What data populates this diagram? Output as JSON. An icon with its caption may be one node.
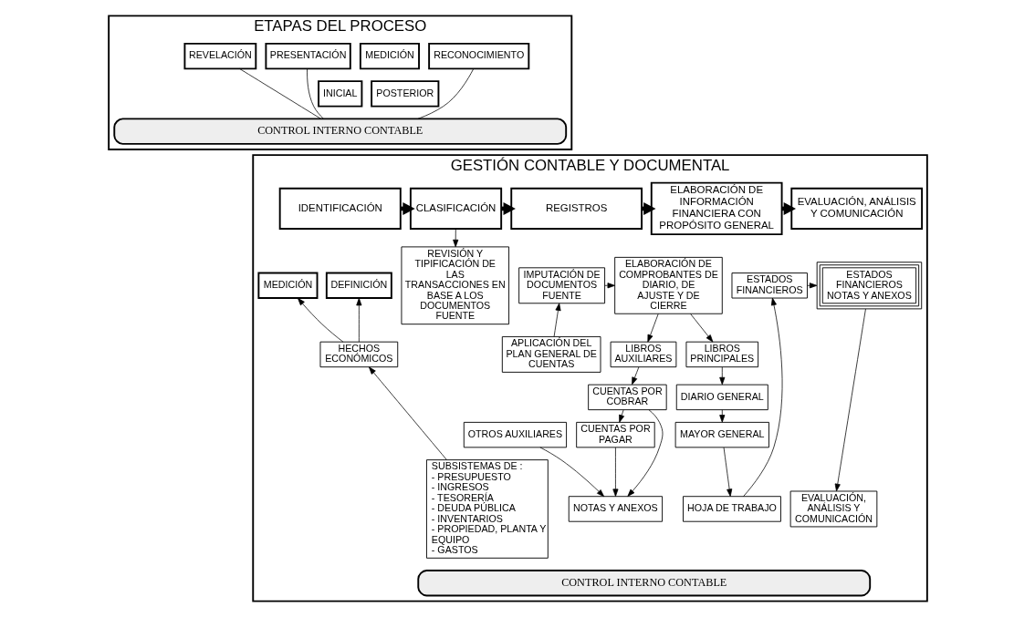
{
  "diagram": {
    "nodes": [
      {
        "text": [
          "ETAPAS DEL PROCESO"
        ]
      },
      {
        "text": [
          "RECONOCIMIENTO"
        ],
        "in": 0
      },
      {
        "text": [
          "MEDICIÓN"
        ],
        "in": 0
      },
      {
        "text": [
          "INICIAL"
        ],
        "in": 0
      },
      {
        "text": [
          "POSTERIOR"
        ],
        "in": 0
      },
      {
        "text": [
          "PRESENTACIÓN"
        ],
        "in": 0
      },
      {
        "text": [
          "REVELACIÓN"
        ],
        "in": 0
      },
      {
        "text": [
          "CONTROL INTERNO CONTABLE"
        ],
        "in": 0
      },
      {
        "text": [
          "GESTIÓN CONTABLE Y DOCUMENTAL"
        ]
      },
      {
        "text": [
          "IDENTIFICACIÓN"
        ],
        "in": 8
      },
      {
        "text": [
          "CLASIFICACIÓN"
        ],
        "in": 8
      },
      {
        "text": [
          "REGISTROS"
        ],
        "in": 8
      },
      {
        "text": [
          "ELABORACIÓN DE INFORMACIÓN FINANCIERA CON PROPÓSITO GENERAL"
        ],
        "in": 8
      },
      {
        "text": [
          "EVALUACIÓN, ANÁLISIS Y COMUNICACIÓN"
        ],
        "in": 8
      },
      {
        "text": [
          "DEFINICIÓN"
        ],
        "in": 8
      },
      {
        "text": [
          "MEDICIÓN"
        ],
        "in": 8
      },
      {
        "text": [
          "HECHOS ECONÓMICOS"
        ],
        "in": 8
      },
      {
        "text": [
          "SUBSISTEMAS DE :",
          "- PRESUPUESTO",
          "- INGRESOS",
          "- TESORERÍA",
          "- DEUDA PÚBLICA",
          "- INVENTARIOS",
          "- PROPIEDAD, PLANTA Y EQUIPO",
          "- GASTOS"
        ],
        "in": 8
      },
      {
        "text": [
          "REVISIÓN Y TIPIFICACIÓN DE LAS TRANSACCIONES EN BASE A LOS DOCUMENTOS FUENTE"
        ],
        "in": 8
      },
      {
        "text": [
          "IMPUTACIÓN DE DOCUMENTOS FUENTE"
        ],
        "in": 8
      },
      {
        "text": [
          "ELABORACIÓN DE COMPROBANTES DE DIARIO, DE AJUSTE Y DE CIERRE"
        ],
        "in": 8
      },
      {
        "text": [
          "APLICACIÓN DEL PLAN GENERAL DE CUENTAS"
        ],
        "in": 8
      },
      {
        "text": [
          "LIBROS AUXILIARES"
        ],
        "in": 8
      },
      {
        "text": [
          "LIBROS PRINCIPALES"
        ],
        "in": 8
      },
      {
        "text": [
          "CUENTAS POR COBRAR"
        ],
        "in": 8
      },
      {
        "text": [
          "CUENTAS POR PAGAR"
        ],
        "in": 8
      },
      {
        "text": [
          "OTROS AUXILIARES"
        ],
        "in": 8
      },
      {
        "text": [
          "DIARIO GENERAL"
        ],
        "in": 8
      },
      {
        "text": [
          "MAYOR GENERAL"
        ],
        "in": 8
      },
      {
        "text": [
          "ESTADOS FINANCIEROS"
        ],
        "in": 8
      },
      {
        "text": [
          "ESTADOS FINANCIEROS NOTAS Y ANEXOS"
        ],
        "in": 8
      },
      {
        "text": [
          "HOJA DE TRABAJO"
        ],
        "in": 8
      },
      {
        "text": [
          "NOTAS Y ANEXOS"
        ],
        "in": 8
      },
      {
        "text": [
          "EVALUACIÓN, ANÁLISIS Y COMUNICACIÓN"
        ],
        "in": 8
      },
      {
        "text": [
          "CONTROL INTERNO CONTABLE"
        ],
        "in": 8
      }
    ],
    "edges": [
      {
        "from": 1,
        "to": 7,
        "arrow": "none"
      },
      {
        "from": 5,
        "to": 7,
        "arrow": "none"
      },
      {
        "from": 6,
        "to": 7,
        "arrow": "none"
      },
      {
        "from": 9,
        "to": 10,
        "arrow": "to",
        "style": "thick"
      },
      {
        "from": 10,
        "to": 11,
        "arrow": "to",
        "style": "thick"
      },
      {
        "from": 11,
        "to": 12,
        "arrow": "to",
        "style": "thick"
      },
      {
        "from": 12,
        "to": 13,
        "arrow": "to",
        "style": "thick"
      },
      {
        "from": 16,
        "to": 14,
        "arrow": "to"
      },
      {
        "from": 16,
        "to": 15,
        "arrow": "to"
      },
      {
        "from": 17,
        "to": 16,
        "arrow": "to"
      },
      {
        "from": 10,
        "to": 18,
        "arrow": "to"
      },
      {
        "from": 21,
        "to": 19,
        "arrow": "to"
      },
      {
        "from": 19,
        "to": 20,
        "arrow": "to"
      },
      {
        "from": 20,
        "to": 22,
        "arrow": "to"
      },
      {
        "from": 20,
        "to": 23,
        "arrow": "to"
      },
      {
        "from": 22,
        "to": 24,
        "arrow": "to"
      },
      {
        "from": 24,
        "to": 25,
        "arrow": "to"
      },
      {
        "from": 23,
        "to": 27,
        "arrow": "to"
      },
      {
        "from": 27,
        "to": 28,
        "arrow": "to"
      },
      {
        "from": 28,
        "to": 31,
        "arrow": "to"
      },
      {
        "from": 31,
        "to": 29,
        "arrow": "to"
      },
      {
        "from": 29,
        "to": 30,
        "arrow": "to"
      },
      {
        "from": 30,
        "to": 33,
        "arrow": "to"
      },
      {
        "from": 24,
        "to": 32,
        "arrow": "to"
      },
      {
        "from": 25,
        "to": 32,
        "arrow": "to"
      },
      {
        "from": 26,
        "to": 32,
        "arrow": "to"
      }
    ]
  }
}
